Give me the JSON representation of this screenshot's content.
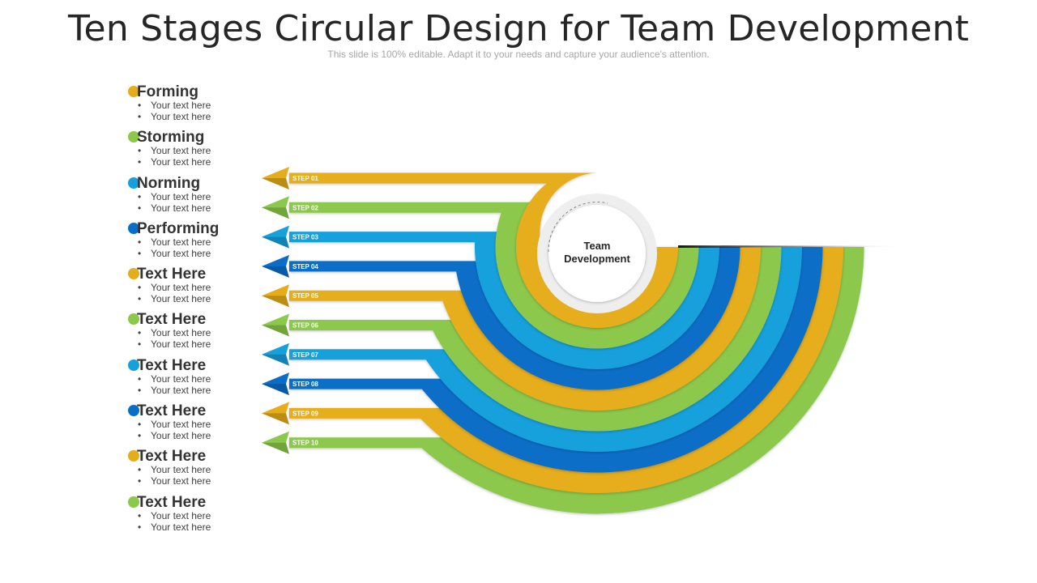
{
  "title": "Ten Stages Circular Design for Team Development",
  "subtitle": "This slide is 100% editable. Adapt it to your needs and capture your audience's attention.",
  "center": {
    "line1": "Team",
    "line2": "Development"
  },
  "colors": {
    "yellow": "#e6ad1a",
    "green": "#8cc84b",
    "lightblue": "#16a0dc",
    "darkblue": "#0a6ec8"
  },
  "stages": [
    {
      "name": "Forming",
      "color": "#e6ad1a",
      "bullets": [
        "Your text here",
        "Your text here"
      ],
      "step": "STEP 01"
    },
    {
      "name": "Storming",
      "color": "#8cc84b",
      "bullets": [
        "Your text here",
        "Your text here"
      ],
      "step": "STEP 02"
    },
    {
      "name": "Norming",
      "color": "#16a0dc",
      "bullets": [
        "Your text here",
        "Your text here"
      ],
      "step": "STEP 03"
    },
    {
      "name": "Performing",
      "color": "#0a6ec8",
      "bullets": [
        "Your text here",
        "Your text here"
      ],
      "step": "STEP 04"
    },
    {
      "name": "Text Here",
      "color": "#e6ad1a",
      "bullets": [
        "Your text here",
        "Your text here"
      ],
      "step": "STEP 05"
    },
    {
      "name": "Text Here",
      "color": "#8cc84b",
      "bullets": [
        "Your text here",
        "Your text here"
      ],
      "step": "STEP 06"
    },
    {
      "name": "Text Here",
      "color": "#16a0dc",
      "bullets": [
        "Your text here",
        "Your text here"
      ],
      "step": "STEP 07"
    },
    {
      "name": "Text Here",
      "color": "#0a6ec8",
      "bullets": [
        "Your text here",
        "Your text here"
      ],
      "step": "STEP 08"
    },
    {
      "name": "Text Here",
      "color": "#e6ad1a",
      "bullets": [
        "Your text here",
        "Your text here"
      ],
      "step": "STEP 09"
    },
    {
      "name": "Text Here",
      "color": "#8cc84b",
      "bullets": [
        "Your text here",
        "Your text here"
      ],
      "step": "STEP 10"
    }
  ]
}
